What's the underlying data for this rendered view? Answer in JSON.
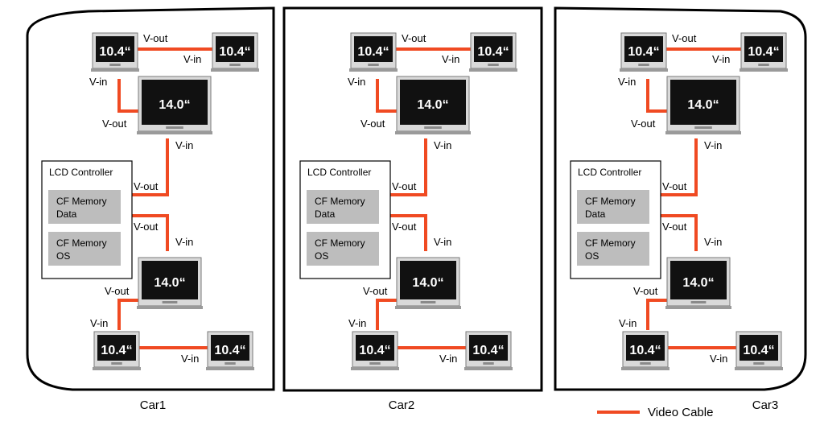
{
  "colors": {
    "cable": "#f04a22",
    "screen": "#111111",
    "bezel": "#d9d9d9",
    "memory": "#bdbdbd"
  },
  "labels": {
    "small_monitor": "10.4“",
    "large_monitor": "14.0“",
    "v_out": "V-out",
    "v_in": "V-in",
    "controller_title": "LCD Controller",
    "memory_data_line1": "CF Memory",
    "memory_data_line2": "Data",
    "memory_os_line1": "CF Memory",
    "memory_os_line2": "OS"
  },
  "cars": [
    {
      "name": "Car1",
      "outline": "curved-left"
    },
    {
      "name": "Car2",
      "outline": "rectangle"
    },
    {
      "name": "Car3",
      "outline": "curved-right"
    }
  ],
  "legend": {
    "label": "Video Cable"
  }
}
